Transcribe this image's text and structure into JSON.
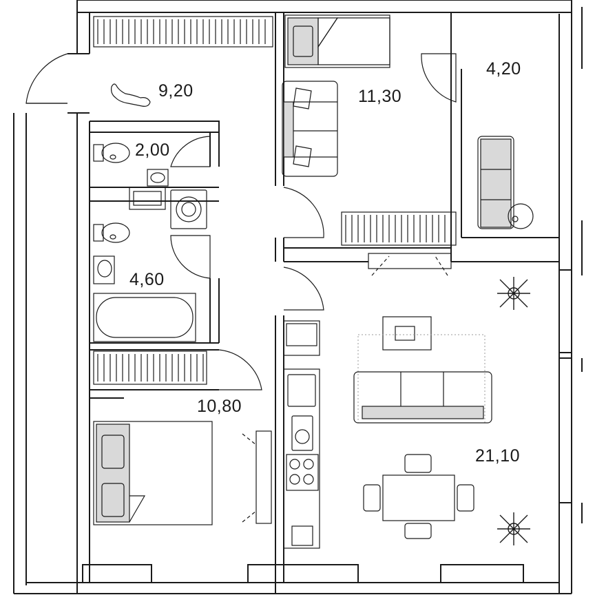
{
  "rooms": {
    "hall": {
      "area": "9,20"
    },
    "bedroom_small": {
      "area": "11,30"
    },
    "balcony": {
      "area": "4,20"
    },
    "wc": {
      "area": "2,00"
    },
    "bathroom": {
      "area": "4,60"
    },
    "bedroom_master": {
      "area": "10,80"
    },
    "kitchen_living": {
      "area": "21,10"
    }
  },
  "icons": {
    "pet": "cat-icon",
    "plants": "plant-icon",
    "wardrobes": "wardrobe-icon"
  },
  "colors": {
    "wall": "#1a1a1a",
    "fill": "#d9d9d9",
    "background": "#ffffff"
  }
}
